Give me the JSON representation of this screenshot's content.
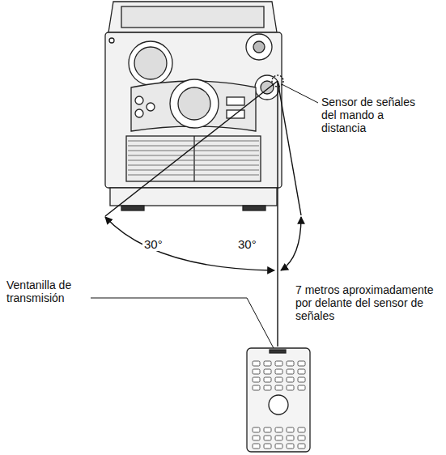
{
  "diagram": {
    "labels": [
      "Sensor de señales del mando a distancia",
      "30°",
      "30°",
      "Ventanilla de transmisión",
      "7 metros aproximadamente por delante del sensor de señales"
    ]
  }
}
